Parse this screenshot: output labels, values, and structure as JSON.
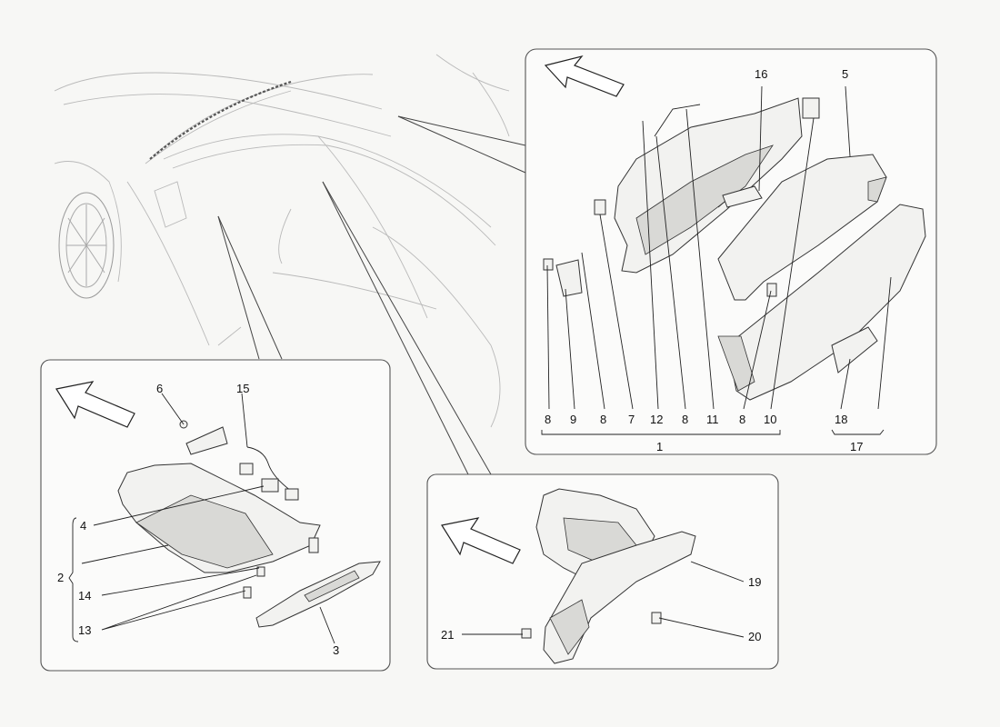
{
  "callouts": {
    "c1": "1",
    "c2": "2",
    "c3": "3",
    "c4": "4",
    "c5": "5",
    "c6": "6",
    "c7": "7",
    "c8": "8",
    "c9": "9",
    "c10": "10",
    "c11": "11",
    "c12": "12",
    "c13": "13",
    "c14": "14",
    "c15": "15",
    "c16": "16",
    "c17": "17",
    "c18": "18",
    "c19": "19",
    "c20": "20",
    "c21": "21"
  },
  "icons": [
    "direction-arrow-icon"
  ],
  "colors": {
    "line": "#333333",
    "background": "#f7f7f5",
    "sketch": "#b9b9b9"
  }
}
